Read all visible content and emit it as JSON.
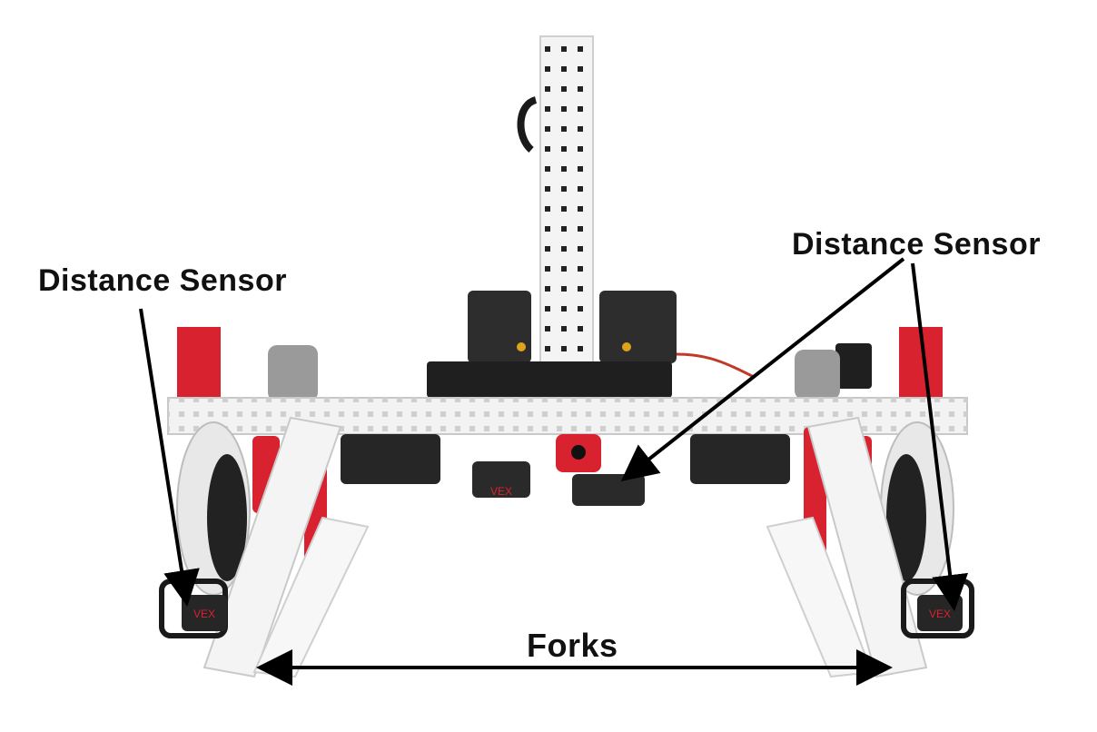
{
  "labels": {
    "distance_sensor_left": "Distance Sensor",
    "distance_sensor_right": "Distance Sensor",
    "forks": "Forks"
  },
  "colors": {
    "frame": "#efefef",
    "frame_edge": "#c9c9c9",
    "accent_red": "#d9222f",
    "dark_part": "#2a2a2a",
    "arrow": "#000000"
  },
  "icons": {
    "vex_logo": "VEX"
  }
}
